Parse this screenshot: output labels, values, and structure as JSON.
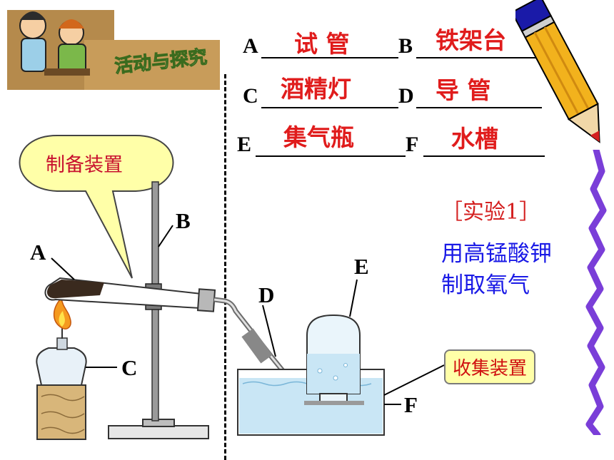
{
  "badge": {
    "label": "活动与探究"
  },
  "labels": [
    {
      "letter": "A",
      "answer": "试 管"
    },
    {
      "letter": "B",
      "answer": "铁架台"
    },
    {
      "letter": "C",
      "answer": "酒精灯"
    },
    {
      "letter": "D",
      "answer": "导 管"
    },
    {
      "letter": "E",
      "answer": "集气瓶"
    },
    {
      "letter": "F",
      "answer": "水槽"
    }
  ],
  "preparation_callout": "制备装置",
  "collection_callout": "收集装置",
  "experiment": {
    "tag": "［实验1］",
    "line1": "用高锰酸钾",
    "line2": "制取氧气"
  },
  "diagram_letters": {
    "A": "A",
    "B": "B",
    "C": "C",
    "D": "D",
    "E": "E",
    "F": "F"
  },
  "colors": {
    "answer": "#e01c1c",
    "note": "#1a1ae6",
    "bubble_fill": "#ffffa8",
    "badge_bg": "#b58a4c",
    "water": "#c9e6f5"
  }
}
